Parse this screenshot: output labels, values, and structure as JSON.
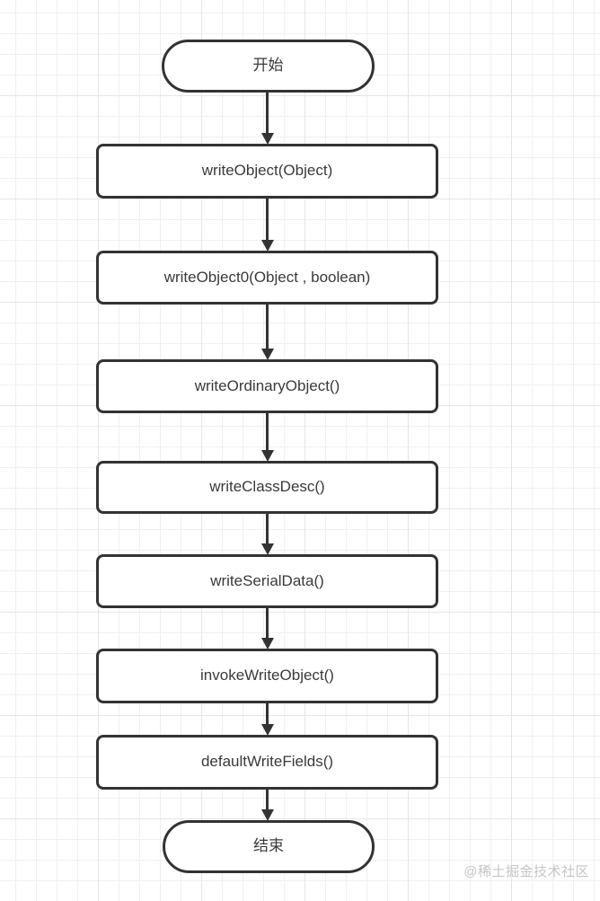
{
  "flowchart": {
    "type": "flowchart",
    "direction": "top-down",
    "nodes": [
      {
        "id": "start",
        "shape": "terminal",
        "label": "开始"
      },
      {
        "id": "writeObject",
        "shape": "process",
        "label": "writeObject(Object)"
      },
      {
        "id": "writeObject0",
        "shape": "process",
        "label": "writeObject0(Object , boolean)"
      },
      {
        "id": "writeOrdinaryObject",
        "shape": "process",
        "label": "writeOrdinaryObject()"
      },
      {
        "id": "writeClassDesc",
        "shape": "process",
        "label": "writeClassDesc()"
      },
      {
        "id": "writeSerialData",
        "shape": "process",
        "label": "writeSerialData()"
      },
      {
        "id": "invokeWriteObject",
        "shape": "process",
        "label": "invokeWriteObject()"
      },
      {
        "id": "defaultWriteFields",
        "shape": "process",
        "label": "defaultWriteFields()"
      },
      {
        "id": "end",
        "shape": "terminal",
        "label": "结束"
      }
    ],
    "edges": [
      {
        "from": "start",
        "to": "writeObject"
      },
      {
        "from": "writeObject",
        "to": "writeObject0"
      },
      {
        "from": "writeObject0",
        "to": "writeOrdinaryObject"
      },
      {
        "from": "writeOrdinaryObject",
        "to": "writeClassDesc"
      },
      {
        "from": "writeClassDesc",
        "to": "writeSerialData"
      },
      {
        "from": "writeSerialData",
        "to": "invokeWriteObject"
      },
      {
        "from": "invokeWriteObject",
        "to": "defaultWriteFields"
      },
      {
        "from": "defaultWriteFields",
        "to": "end"
      }
    ],
    "colors": {
      "node_border": "#333333",
      "node_fill": "#ffffff",
      "node_text": "#3a3a3a",
      "arrow": "#333333",
      "grid_line": "#ececec",
      "background": "#ffffff",
      "watermark_text": "#c6c6c6"
    }
  },
  "watermark": {
    "text": "@稀土掘金技术社区"
  }
}
